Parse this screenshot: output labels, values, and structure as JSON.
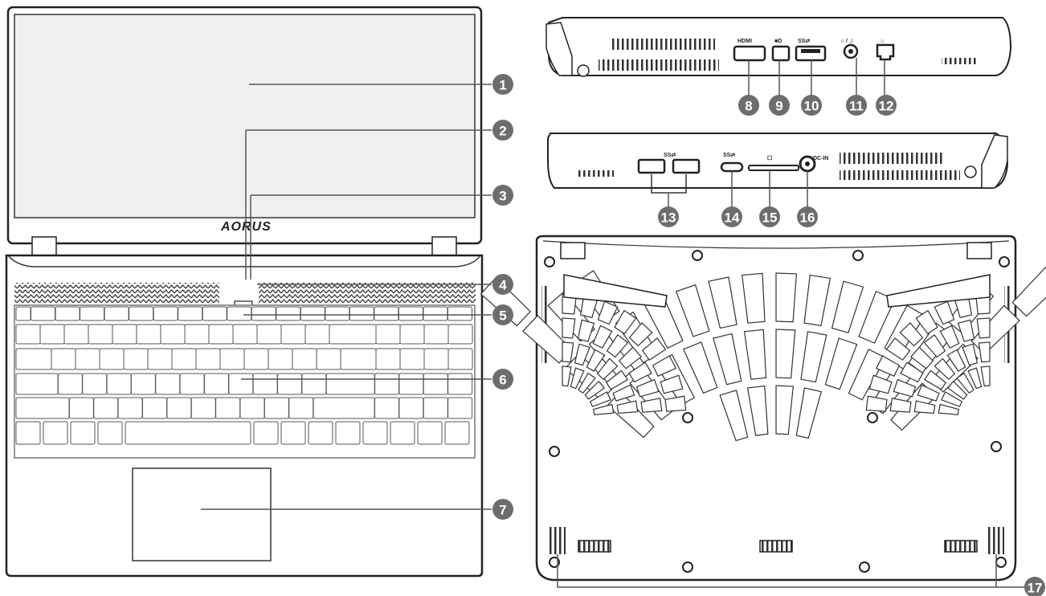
{
  "brand": {
    "logo": "AORUS"
  },
  "callouts": [
    "1",
    "2",
    "3",
    "4",
    "5",
    "6",
    "7",
    "8",
    "9",
    "10",
    "11",
    "12",
    "13",
    "14",
    "15",
    "16",
    "17"
  ],
  "port_labels": {
    "hdmi": "HDMI",
    "mini_dp": "■D",
    "usb_right": "SS⇄",
    "audio": "∩ / ♫",
    "lan": "⌂",
    "usb_left": "SS⇄",
    "usbc": "SS⇄",
    "sd": "☐",
    "dcin": "DC-IN"
  },
  "views": [
    "top-view",
    "right-side-view",
    "left-side-view",
    "bottom-view"
  ],
  "colors": {
    "callout_fill": "#6d6d6d",
    "outline": "#222222",
    "panel": "#f2f2f2"
  },
  "icons": [
    "power-icon",
    "hdmi-port-icon",
    "mini-dp-port-icon",
    "usb-port-icon",
    "audio-jack-icon",
    "lan-port-icon",
    "sd-card-slot-icon",
    "dc-in-icon"
  ]
}
